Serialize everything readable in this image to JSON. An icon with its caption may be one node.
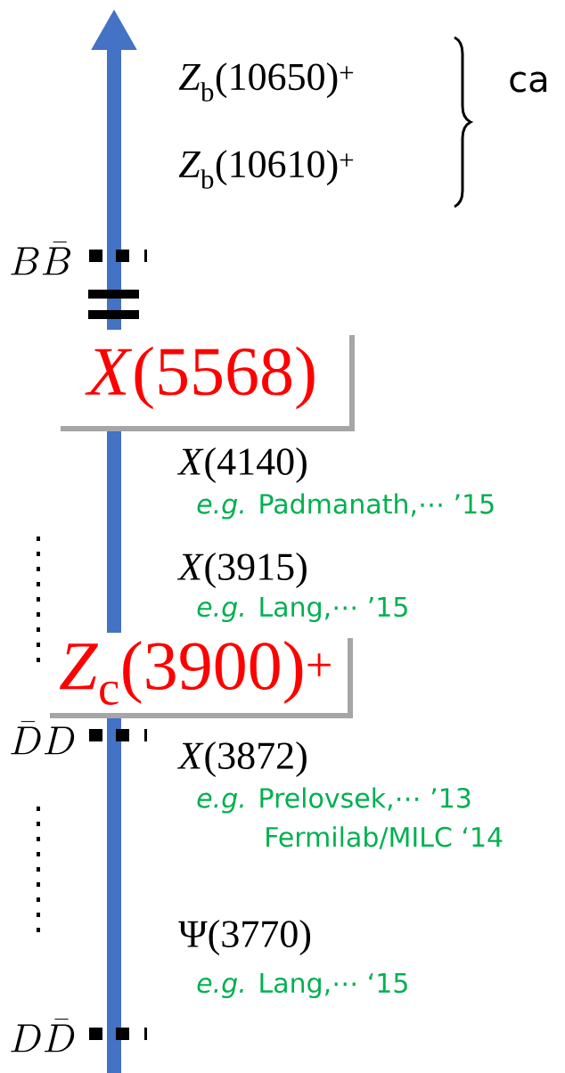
{
  "diagram": {
    "nodes": [
      {
        "text": [
          "*X*(5568)"
        ]
      },
      {
        "text": [
          "*Z*$_{c}$(3900)$^{+}$"
        ]
      }
    ],
    "labels": [
      "*Z*$_{b}$(10650)$^{+}$",
      "*Z*$_{b}$(10610)$^{+}$",
      "ca",
      "B\\bar{B}",
      "*X*(4140)",
      "*e.g.* Padmanath,⋯ ’15",
      "*X*(3915)",
      "*e.g.* Lang,⋯ ’15",
      "\\bar{D}D",
      "*X*(3872)",
      "*e.g.* Prelovsek,⋯ ’13",
      "Fermilab/MILC ‘14",
      "Ψ(3770)",
      "*e.g.* Lang,⋯ ‘15",
      "D\\bar{D}"
    ]
  }
}
